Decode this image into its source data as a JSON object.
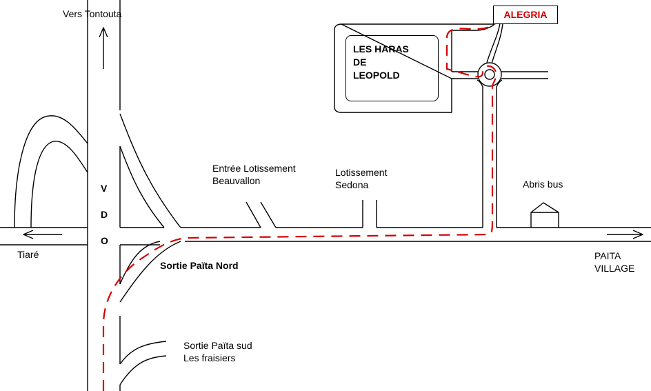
{
  "labels": {
    "north": "Vers Tontouta",
    "destination": "ALEGRIA",
    "haras": [
      "LES HARAS",
      "DE",
      "LEOPOLD"
    ],
    "beauvallon": [
      "Entrée Lotissement",
      "Beauvallon"
    ],
    "sedona": [
      "Lotissement",
      "Sedona"
    ],
    "bus": "Abris bus",
    "west": "Tiaré",
    "vdo": [
      "V",
      "D",
      "O"
    ],
    "exit_north": "Sortie Païta Nord",
    "exit_south": [
      "Sortie Païta sud",
      "Les fraisiers"
    ],
    "east": [
      "PAITA",
      "VILLAGE"
    ]
  },
  "colors": {
    "route": "#d40000",
    "roads": "#000000",
    "destination_text": "#d40000"
  }
}
